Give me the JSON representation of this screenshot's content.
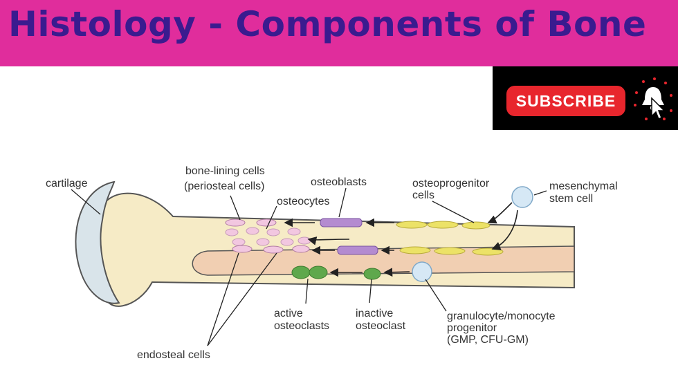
{
  "header": {
    "title": "Histology -  Components of Bone"
  },
  "subscribe": {
    "label": "SUBSCRIBE"
  },
  "labels": {
    "cartilage": "cartilage",
    "bone_lining_1": "bone-lining cells",
    "bone_lining_2": "(periosteal cells)",
    "osteocytes": "osteocytes",
    "osteoblasts": "osteoblasts",
    "osteoprogenitor_1": "osteoprogenitor",
    "osteoprogenitor_2": "cells",
    "mesenchymal_1": "mesenchymal",
    "mesenchymal_2": "stem cell",
    "active_1": "active",
    "active_2": "osteoclasts",
    "inactive_1": "inactive",
    "inactive_2": "osteoclast",
    "granulocyte_1": "granulocyte/monocyte",
    "granulocyte_2": "progenitor",
    "granulocyte_3": "(GMP, CFU-GM)",
    "endosteal": "endosteal cells"
  },
  "colors": {
    "banner": "#e02d9c",
    "title": "#3a1b8f",
    "subscribe": "#e8262d",
    "bone": "#f6ebc6",
    "marrow": "#f1cfb2",
    "cartilage": "#d9e4ea",
    "osteoblast": "#b48bd0",
    "osteoprogenitor": "#ece267",
    "osteocyte": "#f2c7e0",
    "osteoclast": "#5fa84c"
  }
}
